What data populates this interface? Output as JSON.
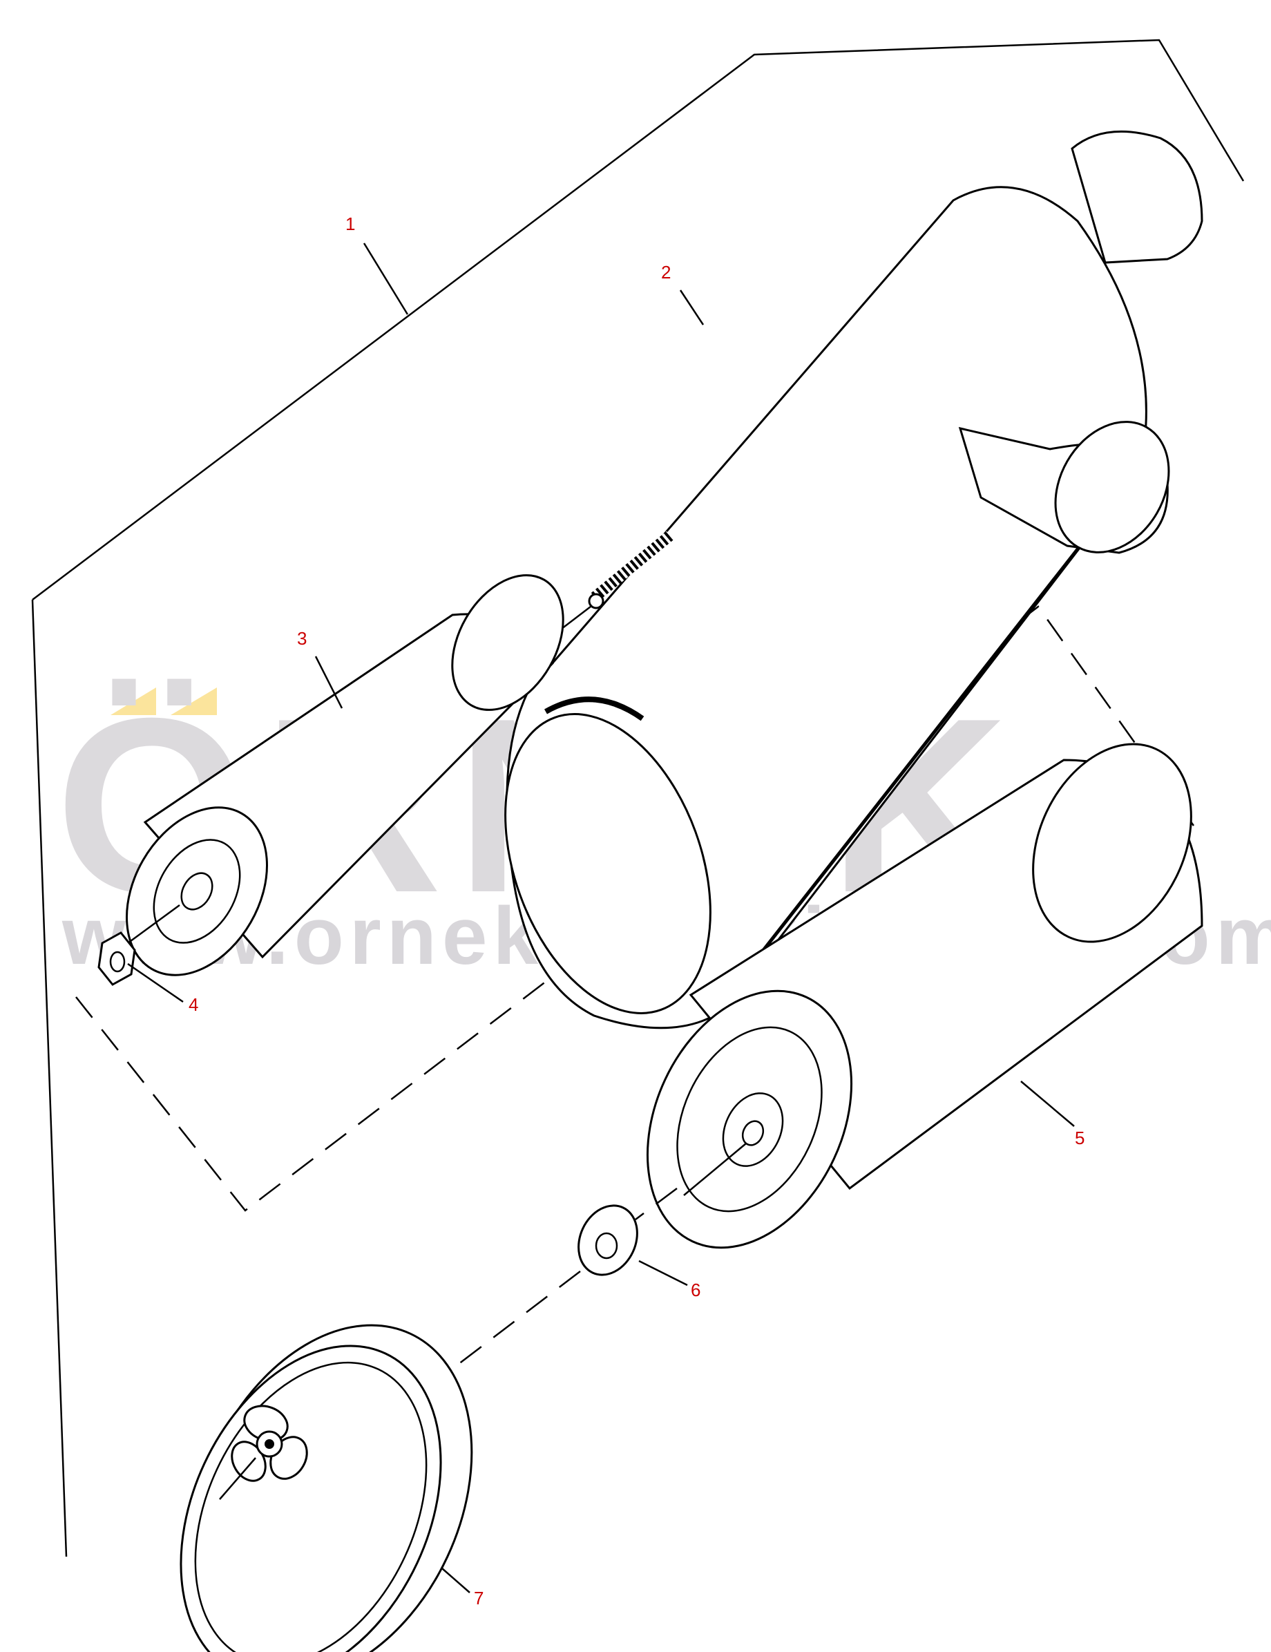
{
  "diagram": {
    "type": "exploded parts diagram",
    "subject": "air filter assembly",
    "watermark": {
      "logo_text": "ÖRNEK",
      "url_text": "www.ornekismakinalari.com.tr",
      "logo_accent_color": "#fbe49c",
      "watermark_color": "#dcdadd"
    },
    "callout_color": "#cc0000",
    "callouts": [
      {
        "number": "1",
        "part": "air filter assembly (complete)"
      },
      {
        "number": "2",
        "part": "filter housing"
      },
      {
        "number": "3",
        "part": "inner safety element"
      },
      {
        "number": "4",
        "part": "nut"
      },
      {
        "number": "5",
        "part": "outer filter element"
      },
      {
        "number": "6",
        "part": "nut"
      },
      {
        "number": "7",
        "part": "end cover with wing nut"
      }
    ]
  }
}
